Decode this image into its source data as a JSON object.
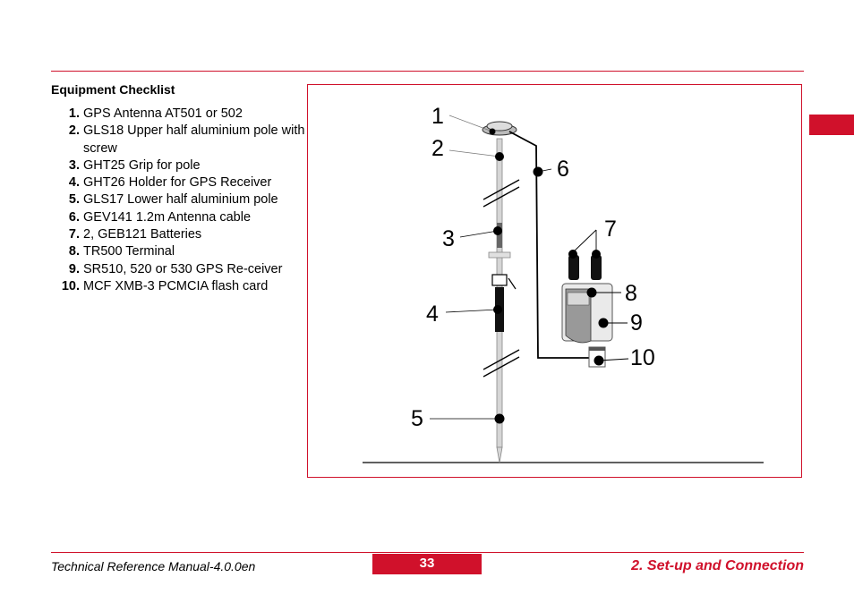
{
  "heading": "Equipment Checklist",
  "checklist": [
    {
      "num": "1.",
      "text": "GPS Antenna AT501 or 502"
    },
    {
      "num": "2.",
      "text": "GLS18 Upper half aluminium pole with screw"
    },
    {
      "num": "3.",
      "text": "GHT25 Grip for pole"
    },
    {
      "num": "4.",
      "text": "GHT26 Holder for GPS Receiver"
    },
    {
      "num": "5.",
      "text": "GLS17 Lower half aluminium pole"
    },
    {
      "num": "6.",
      "text": "GEV141 1.2m Antenna cable"
    },
    {
      "num": "7.",
      "text": "2, GEB121 Batteries"
    },
    {
      "num": "8.",
      "text": "TR500 Terminal"
    },
    {
      "num": "9.",
      "text": "SR510, 520 or 530 GPS Re-ceiver"
    },
    {
      "num": "10.",
      "text": "MCF XMB-3 PCMCIA flash card"
    }
  ],
  "figure": {
    "callouts": [
      "1",
      "2",
      "3",
      "4",
      "5",
      "6",
      "7",
      "8",
      "9",
      "10"
    ]
  },
  "footer": {
    "manual": "Technical Reference Manual-4.0.0en",
    "page": "33",
    "section": "2. Set-up and Connection"
  },
  "colors": {
    "accent": "#d0112b"
  }
}
